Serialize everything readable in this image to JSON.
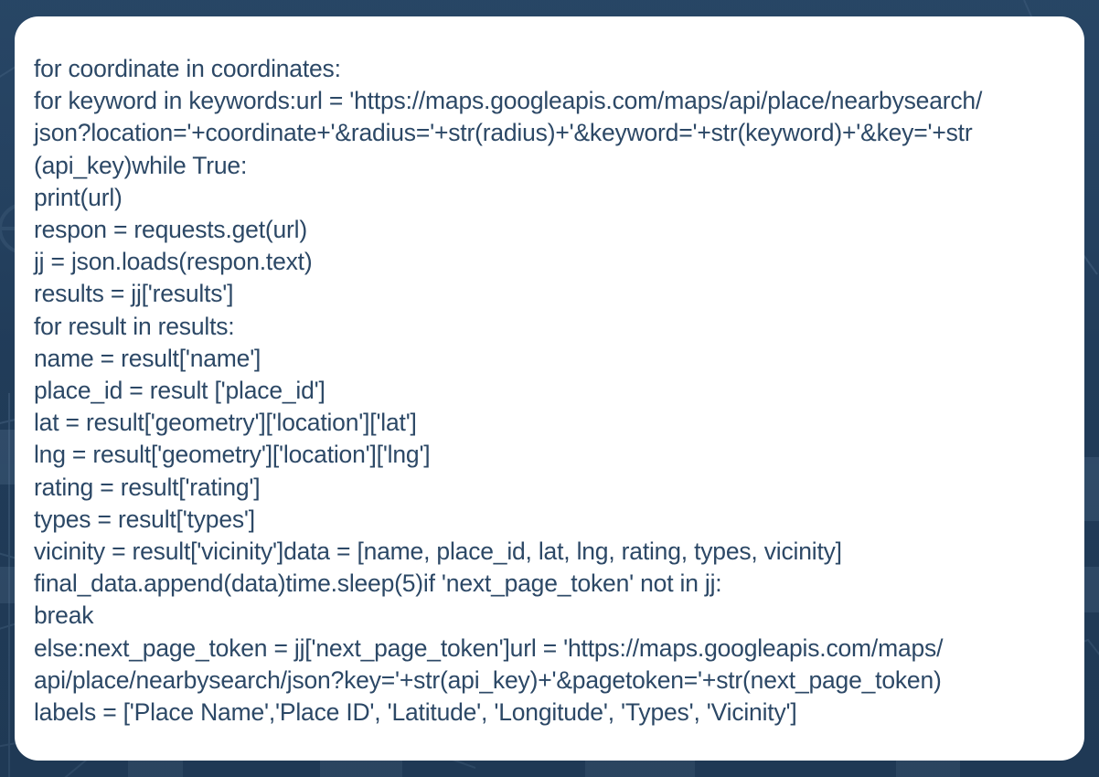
{
  "theme": {
    "background_color": "#23405e",
    "card_background": "#ffffff",
    "text_color": "#2c4866",
    "accent_color": "#2c4866"
  },
  "card": {
    "kind": "code-snippet-card",
    "language": "python",
    "lines": [
      "for coordinate in coordinates:",
      "for keyword in keywords:url = 'https://maps.googleapis.com/maps/api/place/nearbysearch/",
      "json?location='+coordinate+'&radius='+str(radius)+'&keyword='+str(keyword)+'&key='+str",
      "(api_key)while True:",
      "print(url)",
      "respon = requests.get(url)",
      "jj = json.loads(respon.text)",
      "results = jj['results']",
      "for result in results:",
      "name = result['name']",
      "place_id = result ['place_id']",
      "lat = result['geometry']['location']['lat']",
      "lng = result['geometry']['location']['lng']",
      "rating = result['rating']",
      "types = result['types']",
      "vicinity = result['vicinity']data = [name, place_id, lat, lng, rating, types, vicinity]",
      "final_data.append(data)time.sleep(5)if 'next_page_token' not in jj:",
      "break",
      "else:next_page_token = jj['next_page_token']url = 'https://maps.googleapis.com/maps/",
      "api/place/nearbysearch/json?key='+str(api_key)+'&pagetoken='+str(next_page_token)",
      "labels = ['Place Name','Place ID', 'Latitude', 'Longitude', 'Types', 'Vicinity']"
    ]
  }
}
